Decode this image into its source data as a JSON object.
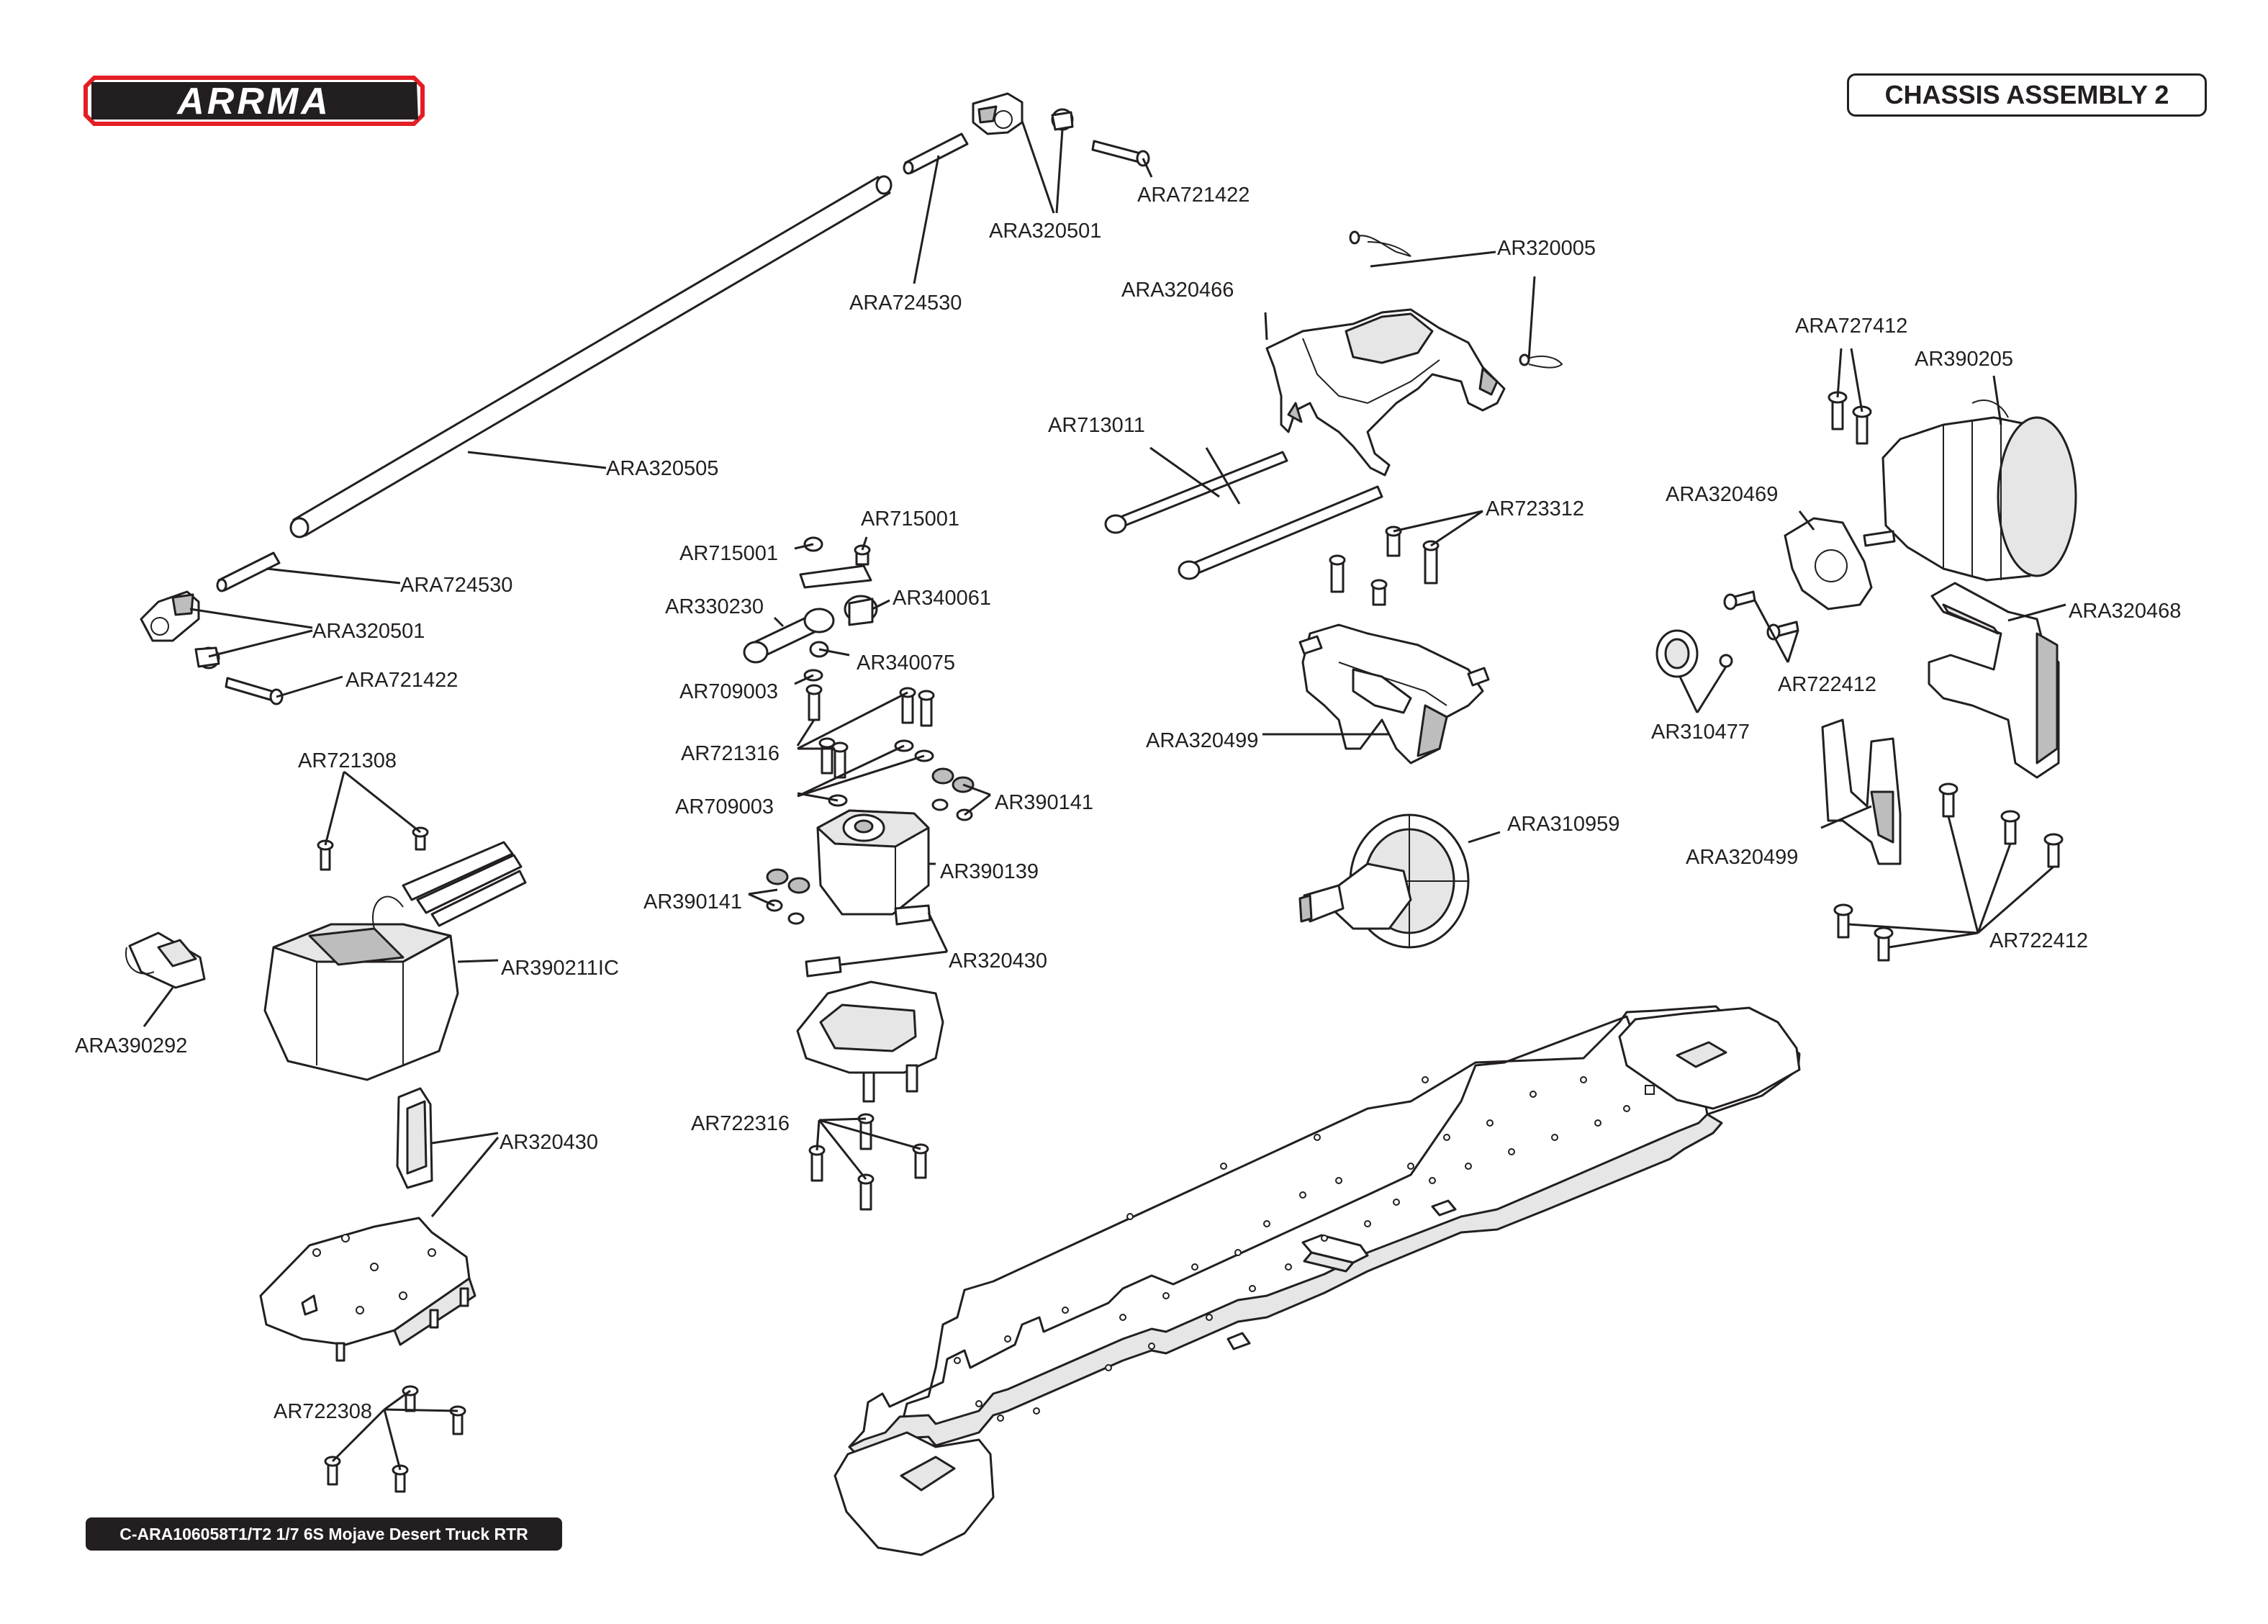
{
  "header": {
    "brand": "ARRMA",
    "section_title": "CHASSIS ASSEMBLY 2"
  },
  "footer": {
    "model": "C-ARA106058T1/T2 1/7 6S Mojave Desert Truck RTR"
  },
  "colors": {
    "logo_red": "#e31e24",
    "ink": "#231f20",
    "footer_bg": "#231f20"
  },
  "callouts": {
    "c01": "ARA721422",
    "c02": "ARA320501",
    "c03": "ARA724530",
    "c04": "AR320005",
    "c05": "ARA320466",
    "c06": "ARA727412",
    "c07": "AR390205",
    "c08": "AR713011",
    "c09": "ARA320505",
    "c10": "AR723312",
    "c11": "ARA320469",
    "c12": "AR715001",
    "c13": "AR715001",
    "c14": "ARA724530",
    "c15": "AR330230",
    "c16": "AR340061",
    "c17": "ARA320468",
    "c18": "ARA320501",
    "c19": "AR722412",
    "c20": "AR340075",
    "c21": "ARA721422",
    "c22": "AR709003",
    "c23": "AR310477",
    "c24": "AR721316",
    "c25": "ARA320499",
    "c26": "AR721308",
    "c27": "AR709003",
    "c28": "AR390141",
    "c29": "ARA310959",
    "c30": "ARA320499",
    "c31": "AR390139",
    "c32": "AR390141",
    "c33": "AR722412",
    "c34": "AR320430",
    "c35": "AR390211IC",
    "c36": "ARA390292",
    "c37": "AR722316",
    "c38": "AR320430",
    "c39": "AR722308"
  }
}
